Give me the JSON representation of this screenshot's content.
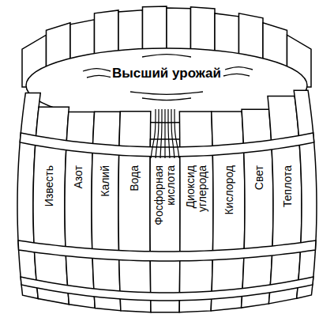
{
  "diagram": {
    "nodes": [
      {
        "text": [
          "Известь"
        ]
      },
      {
        "text": [
          "Азот"
        ]
      },
      {
        "text": [
          "Калий"
        ]
      },
      {
        "text": [
          "Вода"
        ]
      },
      {
        "text": [
          "Фосфорная кислота"
        ]
      },
      {
        "text": [
          "Диоксид углерода"
        ]
      },
      {
        "text": [
          "Кислород"
        ]
      },
      {
        "text": [
          "Свет"
        ]
      },
      {
        "text": [
          "Теплота"
        ]
      }
    ],
    "labels": [
      "Высший урожай"
    ]
  }
}
